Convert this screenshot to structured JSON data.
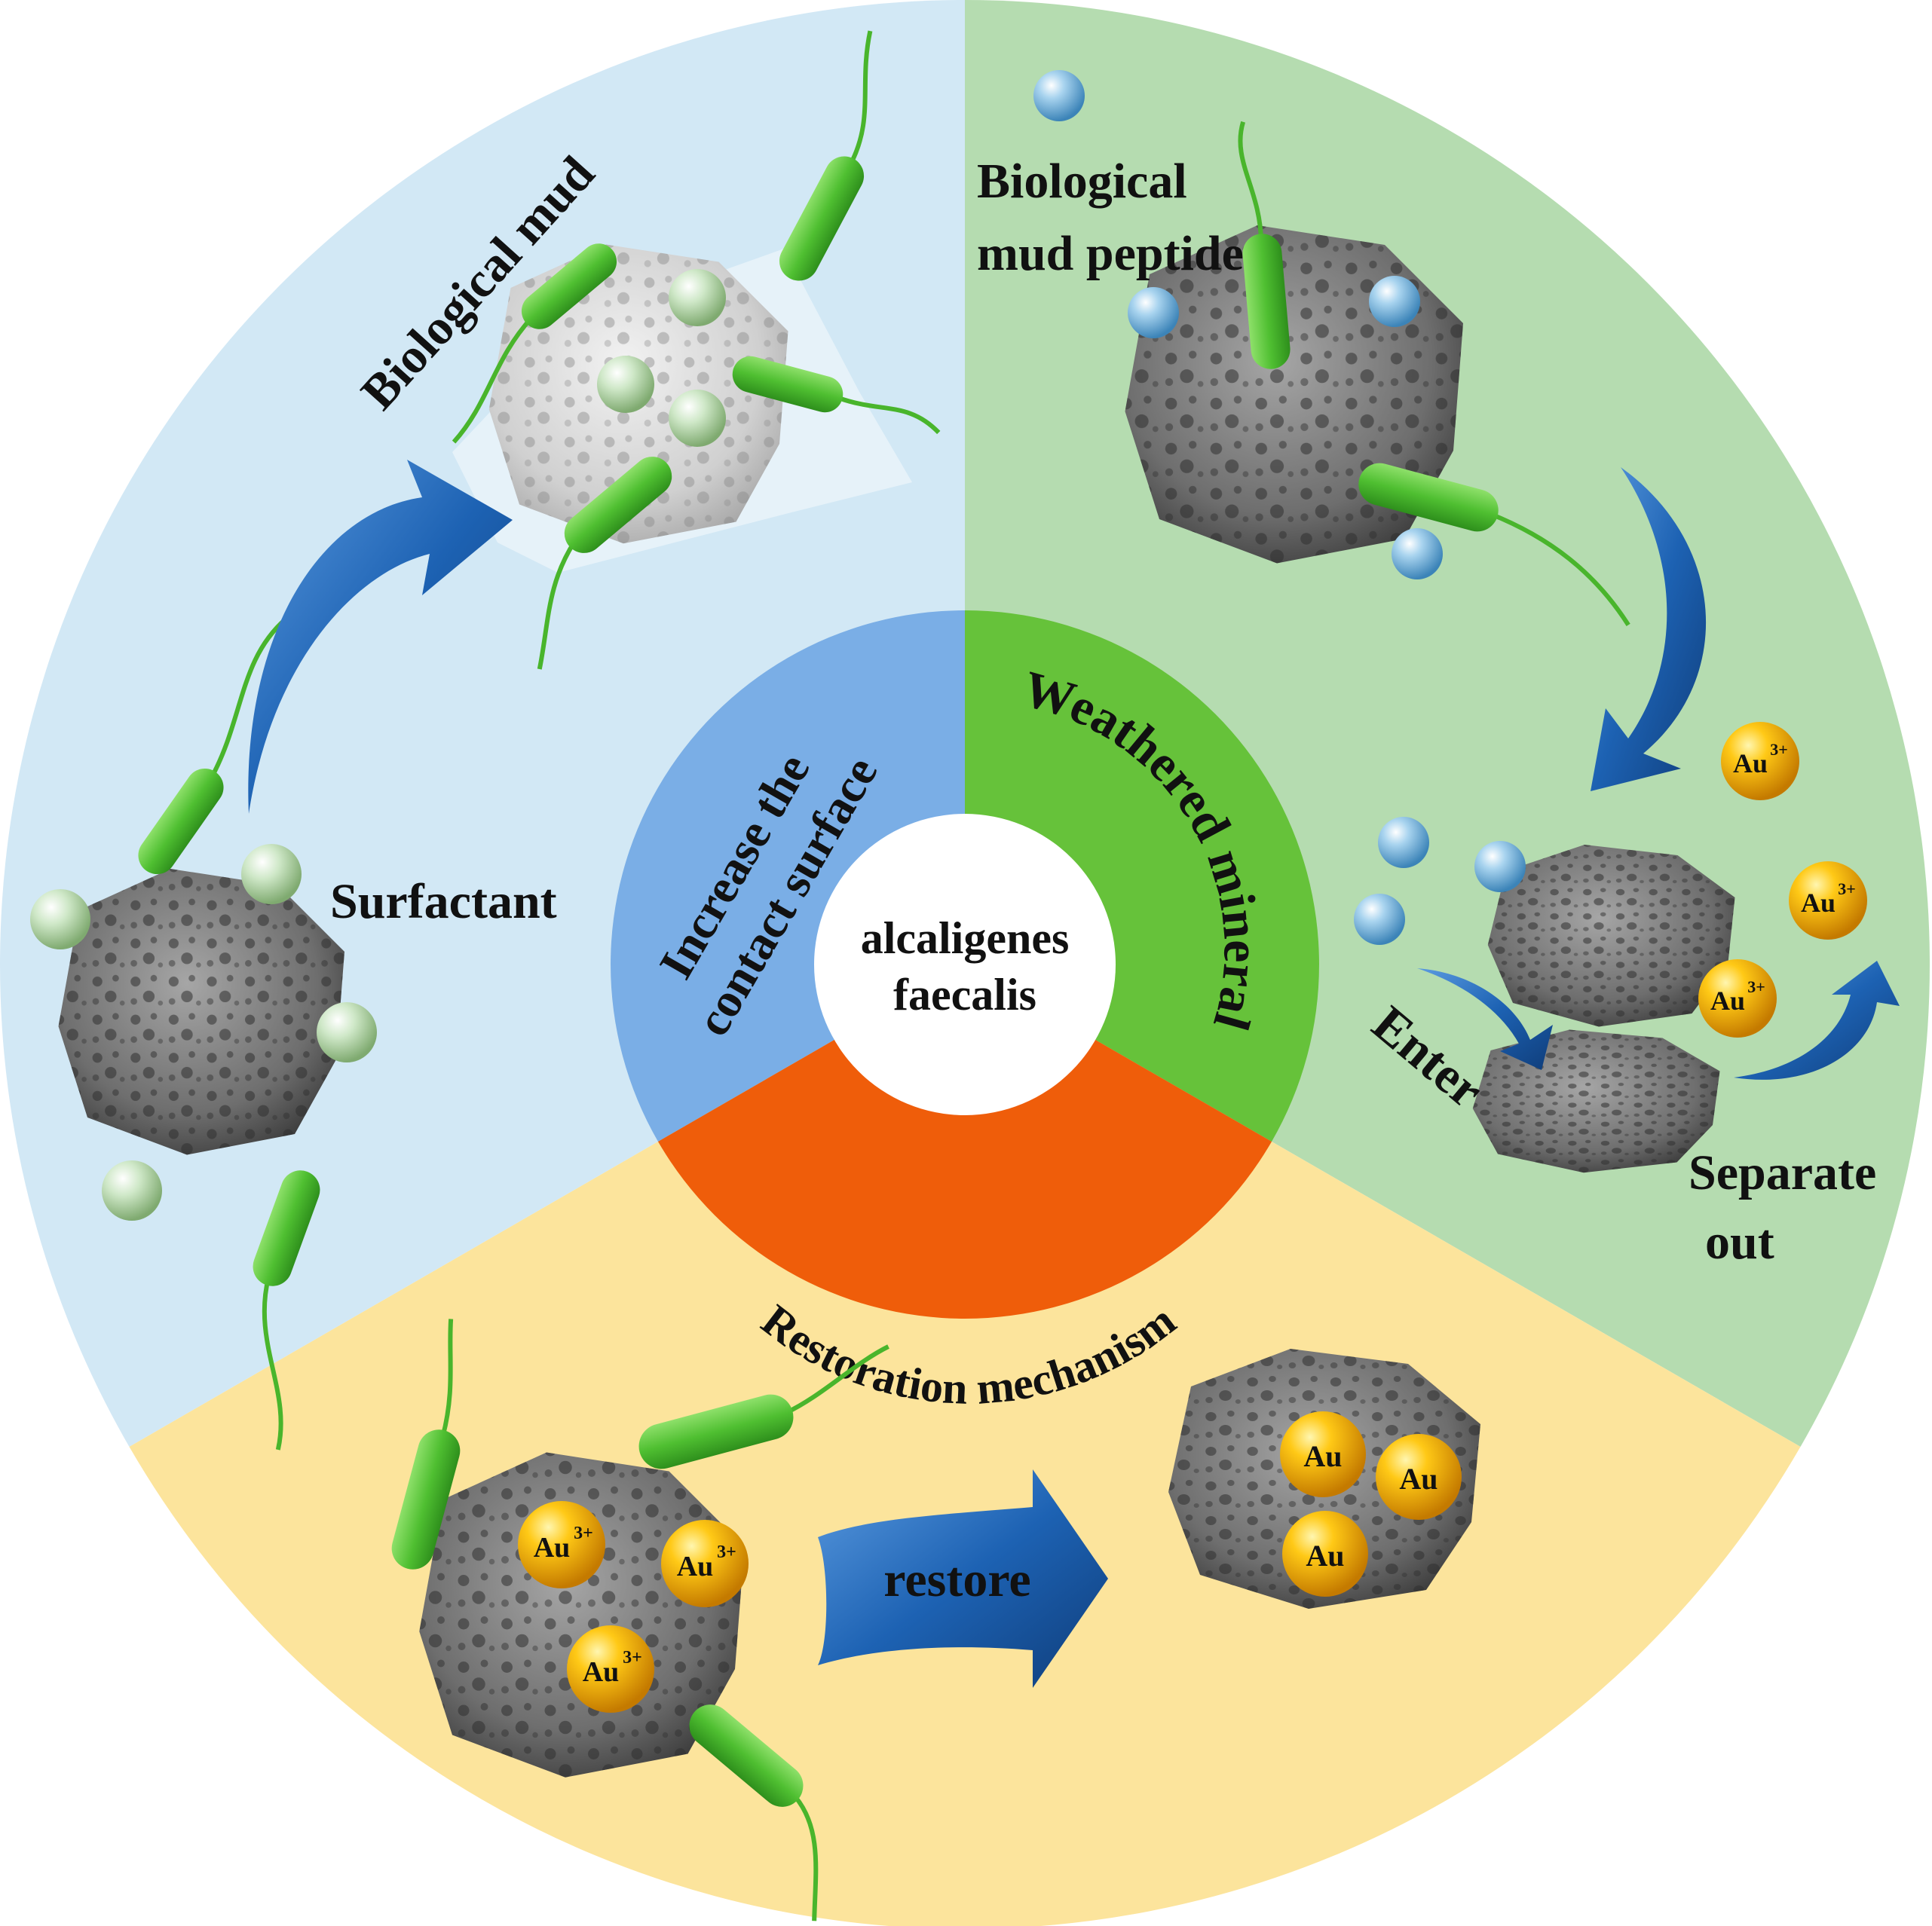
{
  "center": {
    "line1": "alcaligenes",
    "line2": "faecalis"
  },
  "ring": {
    "increase": {
      "line1": "Increase the",
      "line2": "contact surface"
    },
    "weathered": "Weathered mineral",
    "restoration": "Restoration mechanism"
  },
  "labels": {
    "biological_mud": "Biological mud",
    "bio_mud_peptide_line1": "Biological",
    "bio_mud_peptide_line2": "mud peptide",
    "surfactant": "Surfactant",
    "enter": "Enter",
    "separate_line1": "Separate",
    "separate_line2": "out",
    "restore": "restore"
  },
  "ions": {
    "au3": "Au",
    "au3_sup": "3+",
    "au": "Au"
  },
  "colors": {
    "sector_blue": "#d2e8f5",
    "sector_green": "#b5dcb0",
    "sector_yellow": "#fce49c",
    "ring_blue": "#7aaee6",
    "ring_green": "#66c23a",
    "ring_orange": "#ef5d0a",
    "arrow_blue": "#1e63b0",
    "bacteria_green": "#5cc23c",
    "gold": "#f2b000"
  }
}
